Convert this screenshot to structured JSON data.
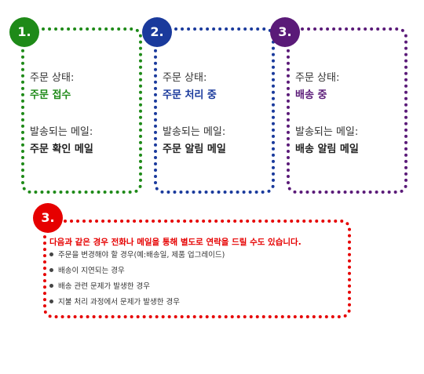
{
  "steps": [
    {
      "number": "1.",
      "status_label": "주문 상태:",
      "status_value": "주문 접수",
      "mail_label": "발송되는 메일:",
      "mail_value": "주문 확인 메일",
      "color": "#1e8a18"
    },
    {
      "number": "2.",
      "status_label": "주문 상태:",
      "status_value": "주문 처리 중",
      "mail_label": "발송되는 메일:",
      "mail_value": "주문 알림 메일",
      "color": "#1a3a9c"
    },
    {
      "number": "3.",
      "status_label": "주문 상태:",
      "status_value": "배송 중",
      "mail_label": "발송되는 메일:",
      "mail_value": "배송 알림 메일",
      "color": "#5a1a78"
    }
  ],
  "note": {
    "number": "3.",
    "title": "다음과 같은 경우 전화나 메일을 통해 별도로 연락을 드릴 수도 있습니다.",
    "items": [
      "주문을 변경해야 할 경우(예:배송일, 제품 업그레이드)",
      "배송이 지연되는 경우",
      "배송 관련 문제가 발생한 경우",
      "지불 처리 과정에서 문제가 발생한 경우"
    ],
    "color": "#e60000"
  }
}
